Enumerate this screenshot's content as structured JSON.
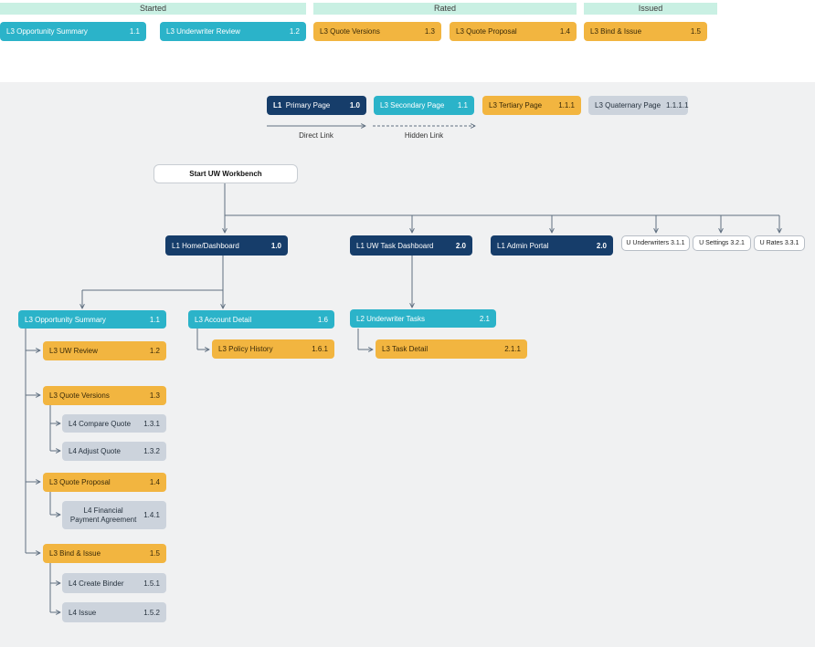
{
  "phases": [
    {
      "id": "started",
      "label": "Started"
    },
    {
      "id": "rated",
      "label": "Rated"
    },
    {
      "id": "issued",
      "label": "Issued"
    }
  ],
  "journey": [
    {
      "id": "opportunity-summary",
      "label": "L3 Opportunity Summary",
      "num": "1.1",
      "kind": "teal"
    },
    {
      "id": "underwriter-review",
      "label": "L3 Underwriter Review",
      "num": "1.2",
      "kind": "teal"
    },
    {
      "id": "quote-versions",
      "label": "L3 Quote Versions",
      "num": "1.3",
      "kind": "orange"
    },
    {
      "id": "quote-proposal",
      "label": "L3 Quote Proposal",
      "num": "1.4",
      "kind": "orange"
    },
    {
      "id": "bind-issue",
      "label": "L3 Bind & Issue",
      "num": "1.5",
      "kind": "orange"
    }
  ],
  "legend": {
    "nodes": [
      {
        "id": "primary",
        "label": "Primary Page",
        "prefix": "L1",
        "num": "1.0",
        "kind": "dark"
      },
      {
        "id": "secondary",
        "label": "L3 Secondary Page",
        "num": "1.1",
        "kind": "teal"
      },
      {
        "id": "tertiary",
        "label": "L3 Tertiary Page",
        "num": "1.1.1",
        "kind": "orange"
      },
      {
        "id": "quaternary",
        "label": "L3 Quaternary Page",
        "num": "1.1.1.1",
        "kind": "grey"
      }
    ],
    "direct_link": "Direct Link",
    "hidden_link": "Hidden Link"
  },
  "tree": {
    "start": "Start UW Workbench",
    "l1": [
      {
        "id": "home-dashboard",
        "label": "L1  Home/Dashboard",
        "num": "1.0"
      },
      {
        "id": "uw-task-dashboard",
        "label": "L1  UW Task Dashboard",
        "num": "2.0"
      },
      {
        "id": "admin-portal",
        "label": "L1  Admin Portal",
        "num": "2.0"
      }
    ],
    "l1_small": [
      {
        "id": "small-1",
        "label": "U Underwriters 3.1.1"
      },
      {
        "id": "small-2",
        "label": "U Settings 3.2.1"
      },
      {
        "id": "small-3",
        "label": "U Rates 3.3.1"
      }
    ],
    "l2": [
      {
        "id": "opportunity-summary",
        "label": "L3 Opportunity Summary",
        "num": "1.1"
      },
      {
        "id": "account-detail",
        "label": "L3 Account Detail",
        "num": "1.6"
      },
      {
        "id": "underwriter-tasks",
        "label": "L2 Underwriter Tasks",
        "num": "2.1"
      }
    ],
    "l3": [
      {
        "id": "uw-review",
        "label": "L3 UW Review",
        "num": "1.2"
      },
      {
        "id": "quote-versions",
        "label": "L3 Quote Versions",
        "num": "1.3"
      },
      {
        "id": "quote-proposal",
        "label": "L3 Quote Proposal",
        "num": "1.4"
      },
      {
        "id": "bind-issue",
        "label": "L3 Bind & Issue",
        "num": "1.5"
      },
      {
        "id": "policy-history",
        "label": "L3 Policy History",
        "num": "1.6.1"
      },
      {
        "id": "task-detail",
        "label": "L3 Task Detail",
        "num": "2.1.1"
      }
    ],
    "l4": [
      {
        "id": "compare-quote",
        "label": "L4 Compare Quote",
        "num": "1.3.1"
      },
      {
        "id": "adjust-quote",
        "label": "L4 Adjust Quote",
        "num": "1.3.2"
      },
      {
        "id": "financial-payment",
        "label": "L4 Financial Payment Agreement",
        "num": "1.4.1"
      },
      {
        "id": "create-binder",
        "label": "L4 Create Binder",
        "num": "1.5.1"
      },
      {
        "id": "issue",
        "label": "L4 Issue",
        "num": "1.5.2"
      }
    ]
  },
  "colors": {
    "dark": "#163d6a",
    "teal": "#2bb3c9",
    "orange": "#f2b540",
    "grey": "#ccd3dc",
    "phase": "#c9f0e3",
    "connector": "#5f6f80"
  }
}
